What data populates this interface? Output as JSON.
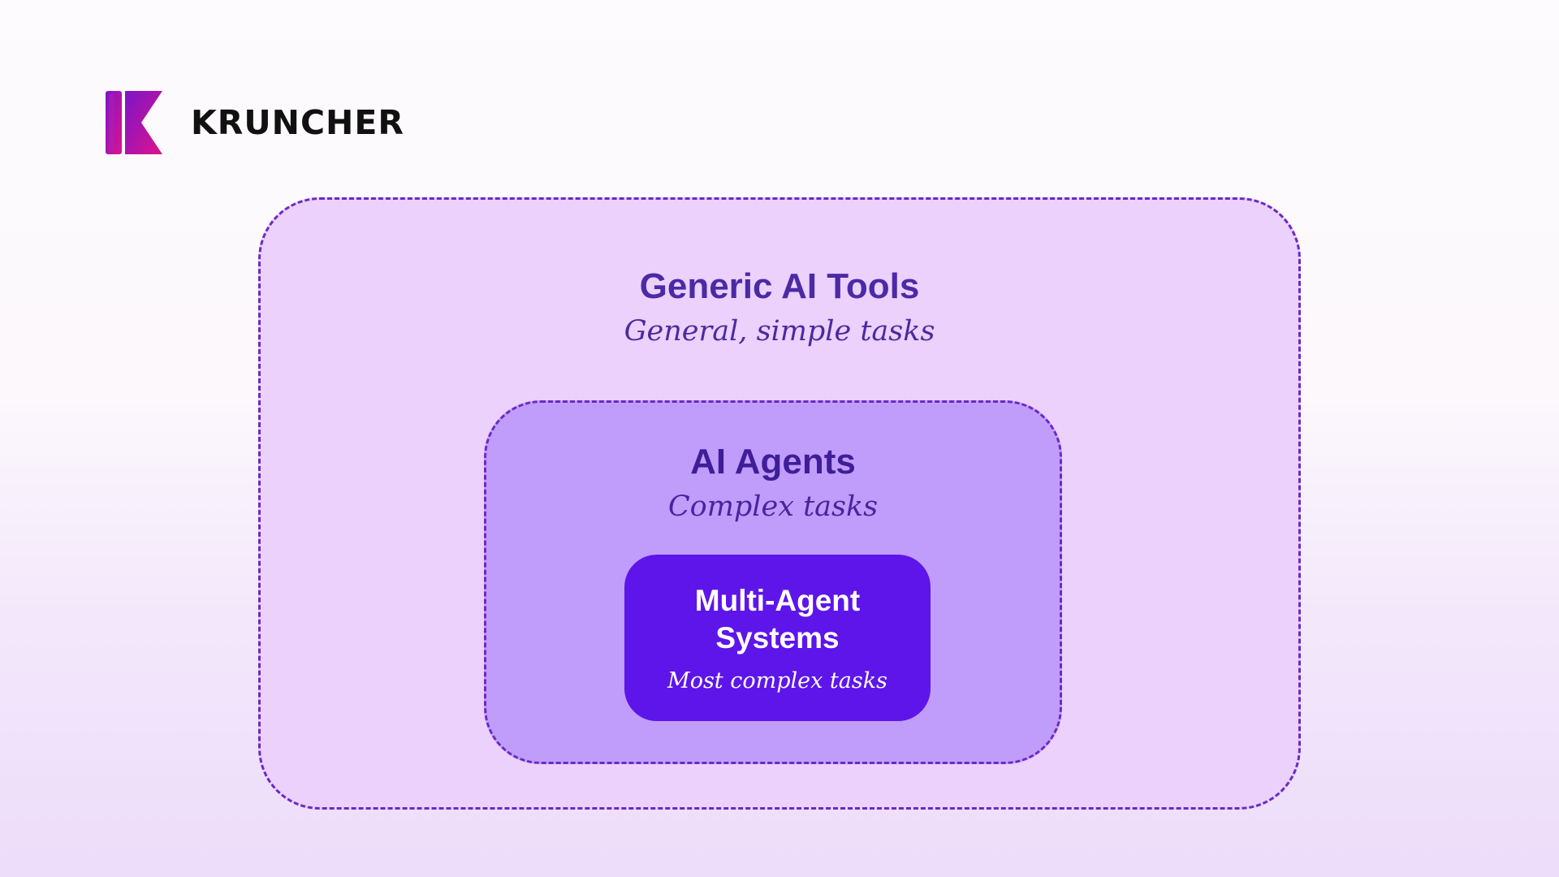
{
  "brand": {
    "name": "KRUNCHER",
    "logo_icon": "k-logo-icon",
    "logo_gradient": [
      "#7a16c9",
      "#e0128c"
    ]
  },
  "diagram": {
    "outer": {
      "title": "Generic AI Tools",
      "subtitle": "General, simple tasks",
      "fill": "#ebd1fb",
      "border": "#6a2ac6"
    },
    "middle": {
      "title": "AI Agents",
      "subtitle": "Complex tasks",
      "fill": "#c19dfb",
      "border": "#6a2ac6"
    },
    "inner": {
      "title": "Multi-Agent Systems",
      "subtitle": "Most complex tasks",
      "fill": "#5d15ea"
    }
  }
}
